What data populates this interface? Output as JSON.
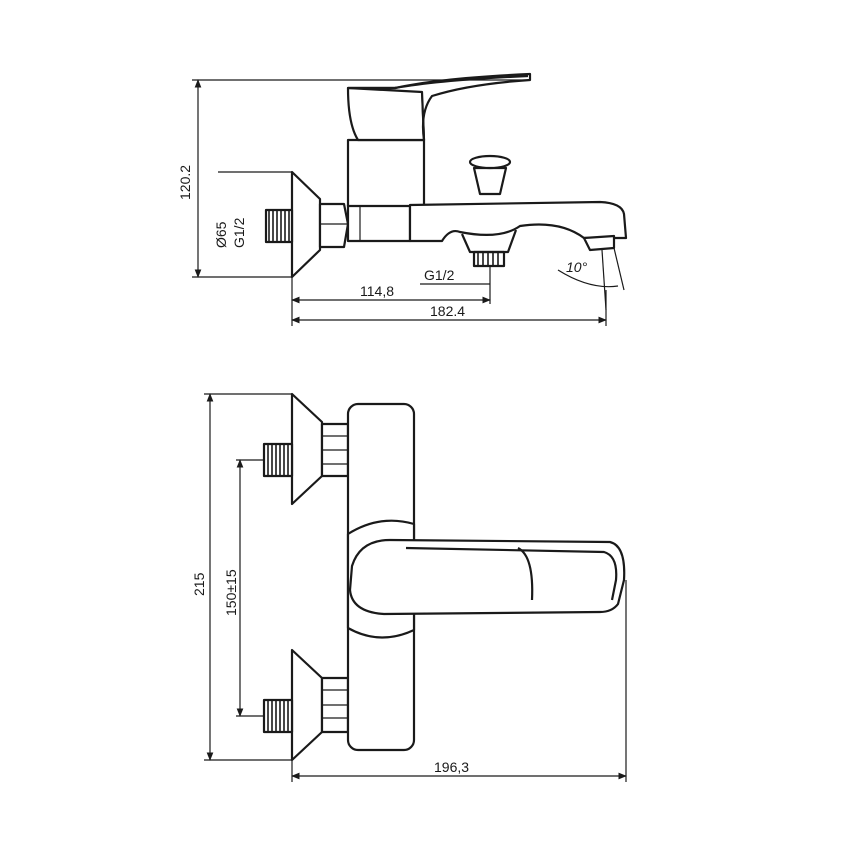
{
  "side_view": {
    "height": "120.2",
    "diameter": "Ø65",
    "inlet_thread": "G1/2",
    "outlet_thread": "G1/2",
    "spout_angle": "10°",
    "outlet_distance": "114,8",
    "total_depth": "182.4"
  },
  "front_view": {
    "total_height": "215",
    "inlet_spacing": "150±15",
    "total_depth": "196,3"
  }
}
